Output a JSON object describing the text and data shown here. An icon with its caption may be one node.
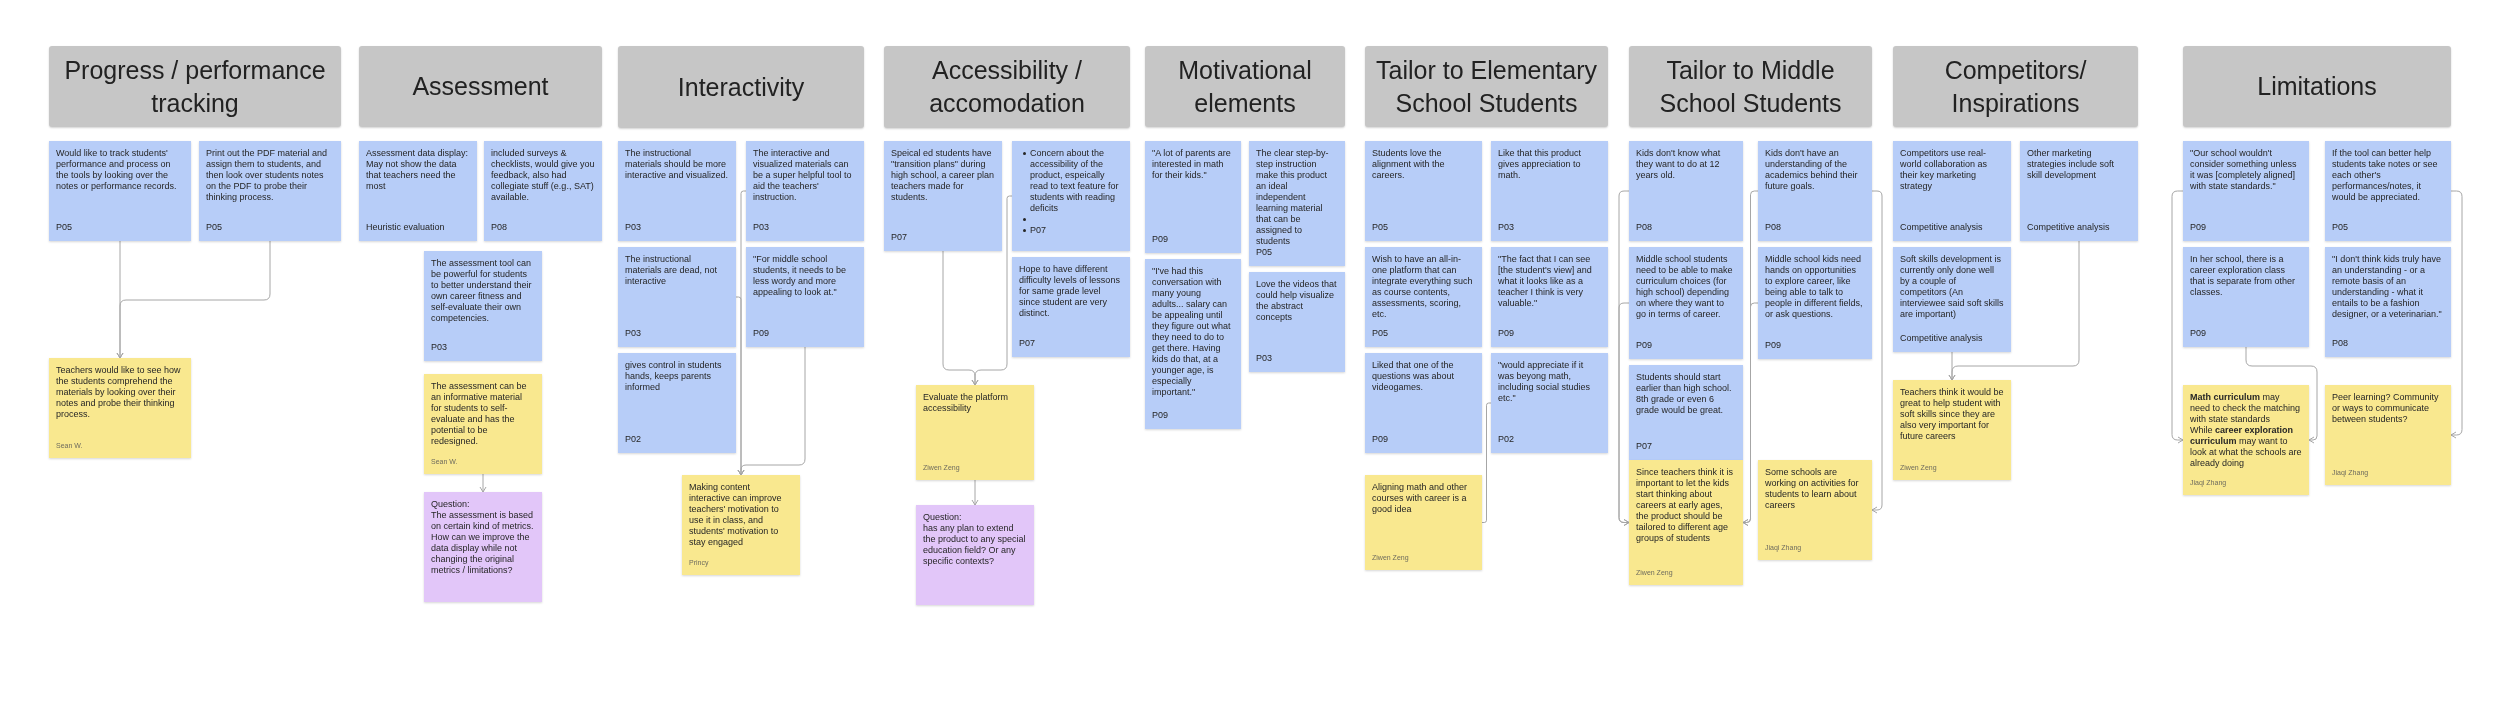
{
  "diagram": {
    "nodes": [
      {
        "text": [
          "Progress / performance tracking"
        ]
      },
      {
        "text": [
          "Would like to track students' performance and process on the tools by looking over the notes or performance records.",
          "P05"
        ]
      },
      {
        "text": [
          "Print out the PDF material and assign them to students, and then look over students notes on the PDF to probe their thinking process.",
          "P05"
        ]
      },
      {
        "text": [
          "Teachers would like to see how the students comprehend the materials by looking over their notes and probe their thinking process.",
          "Sean W."
        ]
      },
      {
        "text": [
          "Assessment"
        ]
      },
      {
        "text": [
          "Assessment data display: May not show the data that teachers need the most",
          "Heuristic evaluation"
        ]
      },
      {
        "text": [
          "included surveys & checklists, would give you feedback, also had collegiate stuff (e.g., SAT) available.",
          "P08"
        ]
      },
      {
        "text": [
          "The assessment tool can be powerful for students to better understand their own career fitness and self-evaluate their own competencies.",
          "P03"
        ]
      },
      {
        "text": [
          "The assessment can be an informative material for students to self-evaluate and has the potential to be redesigned.",
          "Sean W."
        ]
      },
      {
        "text": [
          "Question:",
          "The assessment is based on certain kind of metrics. How can we improve the data display while not changing the original metrics / limitations?"
        ]
      },
      {
        "text": [
          "Interactivity"
        ]
      },
      {
        "text": [
          "The instructional materials should be more interactive and visualized.",
          "P03"
        ]
      },
      {
        "text": [
          "The interactive and visualized materials can be a super helpful tool to aid the teachers' instruction.",
          "P03"
        ]
      },
      {
        "text": [
          "The instructional materials are dead, not interactive",
          "P03"
        ]
      },
      {
        "text": [
          "\"For middle school students, it needs to be less wordy and more appealing to look at.\"",
          "P09"
        ]
      },
      {
        "text": [
          "gives control in students hands, keeps parents informed",
          "P02"
        ]
      },
      {
        "text": [
          "Making content interactive can improve teachers' motivation to use it in class, and students' motivation to stay engaged",
          "Princy"
        ]
      },
      {
        "text": [
          "Accessibility / accomodation"
        ]
      },
      {
        "text": [
          "Speical ed students have \"transition plans\" during high school, a career plan teachers made for students.",
          "P07"
        ]
      },
      {
        "text": [
          "Concern about the accessibility of the product, espeically read to text feature for students with reading deficits",
          "P07"
        ]
      },
      {
        "text": [
          "Hope to have different difficulty levels of lessons for same grade level since student are very distinct.",
          "P07"
        ]
      },
      {
        "text": [
          "Evaluate the platform accessibility",
          "Ziwen Zeng"
        ]
      },
      {
        "text": [
          "Question:",
          "has any plan to extend the product to any special education field? Or any specific contexts?"
        ]
      },
      {
        "text": [
          "Motivational elements"
        ]
      },
      {
        "text": [
          "\"A lot of parents are interested in math for their kids.\"",
          "P09"
        ]
      },
      {
        "text": [
          "The clear step-by-step instruction make this product an ideal independent learning material that can be assigned to students",
          "P05"
        ]
      },
      {
        "text": [
          "\"I've had this conversation with many young adults... salary can be appealing until they figure out what they need to do to get there. Having kids do that, at a younger age, is especially important.\"",
          "P09"
        ]
      },
      {
        "text": [
          "Love the videos that could help visualize the abstract concepts",
          "P03"
        ]
      },
      {
        "text": [
          "Tailor to Elementary School Students"
        ]
      },
      {
        "text": [
          "Students love the alignment with the careers.",
          "P05"
        ]
      },
      {
        "text": [
          "Like that this product gives appreciation to math.",
          "P03"
        ]
      },
      {
        "text": [
          "Wish to have an all-in-one platform that can integrate everything such as course contents, assessments, scoring, etc.",
          "P05"
        ]
      },
      {
        "text": [
          "\"The fact that I can see [the student's view] and what it looks like as a teacher I think is very valuable.\"",
          "P09"
        ]
      },
      {
        "text": [
          "Liked that one of the questions was about videogames.",
          "P09"
        ]
      },
      {
        "text": [
          "\"would appreciate if it was beyong math, including social studies etc.\"",
          "P02"
        ]
      },
      {
        "text": [
          "Aligning math and other courses with career is a good idea",
          "Ziwen Zeng"
        ]
      },
      {
        "text": [
          "Tailor to Middle School Students"
        ]
      },
      {
        "text": [
          "Kids don't know what they want to do at 12 years old.",
          "P08"
        ]
      },
      {
        "text": [
          "Kids don't have an understanding of the academics behind their future goals.",
          "P08"
        ]
      },
      {
        "text": [
          "Middle school students need to be able to make curriculum choices (for high school) depending on where they want to go in terms of career.",
          "P09"
        ]
      },
      {
        "text": [
          "Middle school kids need hands on opportunities to explore career, like being able to talk to people in different fields, or ask questions.",
          "P09"
        ]
      },
      {
        "text": [
          "Students should start earlier than high school. 8th grade or even 6 grade would be great.",
          "P07"
        ]
      },
      {
        "text": [
          "Since teachers think it is important to let the kids start thinking about careers at early ages, the product should be tailored to different age groups of students",
          "Ziwen Zeng"
        ]
      },
      {
        "text": [
          "Some schools are working on activities for students to learn about careers",
          "Jiaqi Zhang"
        ]
      },
      {
        "text": [
          "Competitors/ Inspirations"
        ]
      },
      {
        "text": [
          "Competitors use real-world collaboration as their key marketing strategy",
          "Competitive analysis"
        ]
      },
      {
        "text": [
          "Other marketing strategies include soft skill development",
          "Competitive analysis"
        ]
      },
      {
        "text": [
          "Soft skills development is currently only done well by a couple of competitors (An interviewee said soft skills are important)",
          "Competitive analysis"
        ]
      },
      {
        "text": [
          "Teachers think it would be great to help student with soft skills since they are also very important for future careers",
          "Ziwen Zeng"
        ]
      },
      {
        "text": [
          "Limitations"
        ]
      },
      {
        "text": [
          "\"Our school wouldn't consider something unless it was [completely aligned] with state standards.\"",
          "P09"
        ]
      },
      {
        "text": [
          "If the tool can better help students take notes or see each other's performances/notes, it would be appreciated.",
          "P05"
        ]
      },
      {
        "text": [
          "In her school, there is a career exploration class that is separate from other classes.",
          "P09"
        ]
      },
      {
        "text": [
          "\"I don't think kids truly have an understanding - or a remote basis of an understanding - what it entails to be a fashion designer, or a veterinarian.\"",
          "P08"
        ]
      },
      {
        "text": [
          "**Math curriculum** may need to check the matching with state standards",
          "While **career exploration curriculum** may want to look at what the schools are already doing",
          "Jiaqi Zhang"
        ]
      },
      {
        "text": [
          "Peer learning? Community or ways to communicate between students?",
          "Jiaqi Zhang"
        ]
      }
    ],
    "edges": [
      {
        "from": 1,
        "to": 3,
        "arrow": "to"
      },
      {
        "from": 2,
        "to": 3,
        "arrow": "to"
      },
      {
        "from": 8,
        "to": 9,
        "arrow": "to"
      },
      {
        "from": 12,
        "to": 16,
        "arrow": "to"
      },
      {
        "from": 14,
        "to": 16,
        "arrow": "to"
      },
      {
        "from": 13,
        "to": 16,
        "arrow": "to"
      },
      {
        "from": 18,
        "to": 21,
        "arrow": "to"
      },
      {
        "from": 19,
        "to": 21,
        "arrow": "to"
      },
      {
        "from": 21,
        "to": 22,
        "arrow": "to"
      },
      {
        "from": 34,
        "to": 35,
        "arrow": "none"
      },
      {
        "from": 37,
        "to": 42,
        "arrow": "to"
      },
      {
        "from": 38,
        "to": 42,
        "arrow": "to"
      },
      {
        "from": 38,
        "to": 43,
        "arrow": "to"
      },
      {
        "from": 39,
        "to": 42,
        "arrow": "to"
      },
      {
        "from": 40,
        "to": 42,
        "arrow": "to"
      },
      {
        "from": 47,
        "to": 48,
        "arrow": "to"
      },
      {
        "from": 46,
        "to": 48,
        "arrow": "to"
      },
      {
        "from": 50,
        "to": 54,
        "arrow": "to"
      },
      {
        "from": 52,
        "to": 54,
        "arrow": "to"
      },
      {
        "from": 51,
        "to": 55,
        "arrow": "to"
      }
    ]
  }
}
